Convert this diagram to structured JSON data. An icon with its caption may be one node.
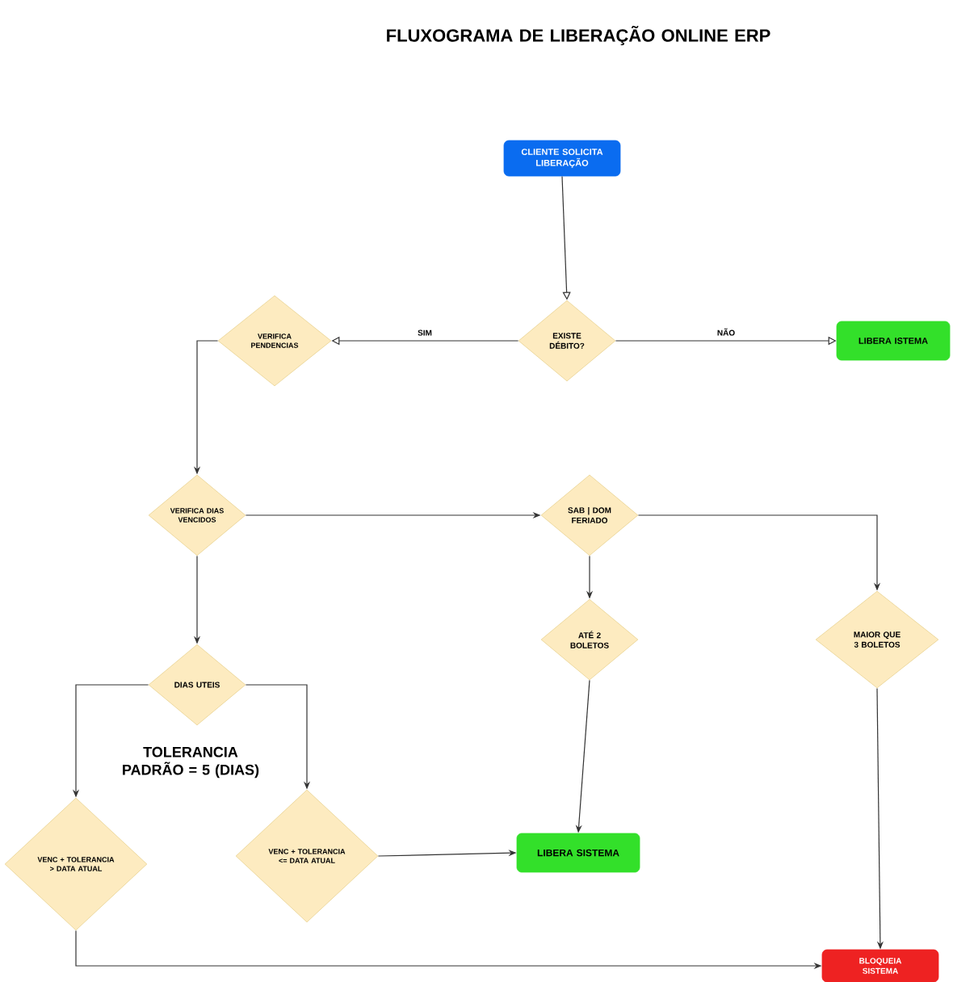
{
  "diagram": {
    "title": "FLUXOGRAMA DE LIBERAÇÃO ONLINE ERP",
    "nodes": [
      {
        "text": [
          "CLIENTE SOLICITA LIBERAÇÃO"
        ]
      },
      {
        "text": [
          "EXISTE DÉBITO?"
        ]
      },
      {
        "text": [
          "VERIFICA PENDENCIAS"
        ]
      },
      {
        "text": [
          "LIBERA ISTEMA"
        ]
      },
      {
        "text": [
          "VERIFICA DIAS VENCIDOS"
        ]
      },
      {
        "text": [
          "SAB | DOM FERIADO"
        ]
      },
      {
        "text": [
          "ATÉ 2 BOLETOS"
        ]
      },
      {
        "text": [
          "MAIOR QUE 3 BOLETOS"
        ]
      },
      {
        "text": [
          "DIAS UTEIS"
        ]
      },
      {
        "text": [
          "VENC + TOLERANCIA > DATA ATUAL"
        ]
      },
      {
        "text": [
          "VENC + TOLERANCIA <= DATA ATUAL"
        ]
      },
      {
        "text": [
          "LIBERA SISTEMA"
        ]
      },
      {
        "text": [
          "BLOQUEIA SISTEMA"
        ]
      }
    ],
    "edges": [
      {
        "from": 0,
        "to": 1,
        "arrow": "to"
      },
      {
        "from": 1,
        "to": 2,
        "arrow": "to",
        "label": "SIM"
      },
      {
        "from": 1,
        "to": 3,
        "arrow": "to",
        "label": "NÃO"
      },
      {
        "from": 2,
        "to": 4,
        "arrow": "to"
      },
      {
        "from": 4,
        "to": 5,
        "arrow": "to"
      },
      {
        "from": 5,
        "to": 6,
        "arrow": "to"
      },
      {
        "from": 5,
        "to": 7,
        "arrow": "to"
      },
      {
        "from": 4,
        "to": 8,
        "arrow": "to"
      },
      {
        "from": 8,
        "to": 9,
        "arrow": "to"
      },
      {
        "from": 8,
        "to": 10,
        "arrow": "to"
      },
      {
        "from": 10,
        "to": 11,
        "arrow": "to"
      },
      {
        "from": 6,
        "to": 11,
        "arrow": "to"
      },
      {
        "from": 7,
        "to": 12,
        "arrow": "to"
      },
      {
        "from": 9,
        "to": 12,
        "arrow": "to"
      }
    ],
    "labels": [
      "TOLERANCIA PADRÃO = 5 (DIAS)"
    ]
  }
}
